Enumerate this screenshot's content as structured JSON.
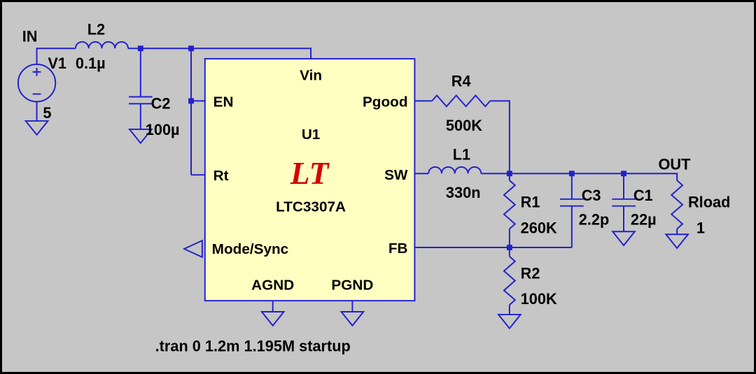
{
  "colors": {
    "background": "#c6c6c6",
    "wire": "#2121cc",
    "ic_fill": "#ffffc2",
    "logo": "#d40000",
    "text": "#000000"
  },
  "nets": {
    "in": "IN",
    "out": "OUT"
  },
  "ic": {
    "refdes": "U1",
    "part": "LTC3307A",
    "logo_text": "LT",
    "pins": {
      "vin": "Vin",
      "en": "EN",
      "rt": "Rt",
      "mode_sync": "Mode/Sync",
      "agnd": "AGND",
      "pgnd": "PGND",
      "pgood": "Pgood",
      "sw": "SW",
      "fb": "FB"
    }
  },
  "components": {
    "v1": {
      "refdes": "V1",
      "value": "5"
    },
    "l2": {
      "refdes": "L2",
      "value": "0.1µ"
    },
    "c2": {
      "refdes": "C2",
      "value": "100µ"
    },
    "r4": {
      "refdes": "R4",
      "value": "500K"
    },
    "l1": {
      "refdes": "L1",
      "value": "330n"
    },
    "r1": {
      "refdes": "R1",
      "value": "260K"
    },
    "r2": {
      "refdes": "R2",
      "value": "100K"
    },
    "c3": {
      "refdes": "C3",
      "value": "2.2p"
    },
    "c1": {
      "refdes": "C1",
      "value": "22µ"
    },
    "rload": {
      "refdes": "Rload",
      "value": "1"
    }
  },
  "directive": ".tran 0 1.2m 1.195M startup"
}
